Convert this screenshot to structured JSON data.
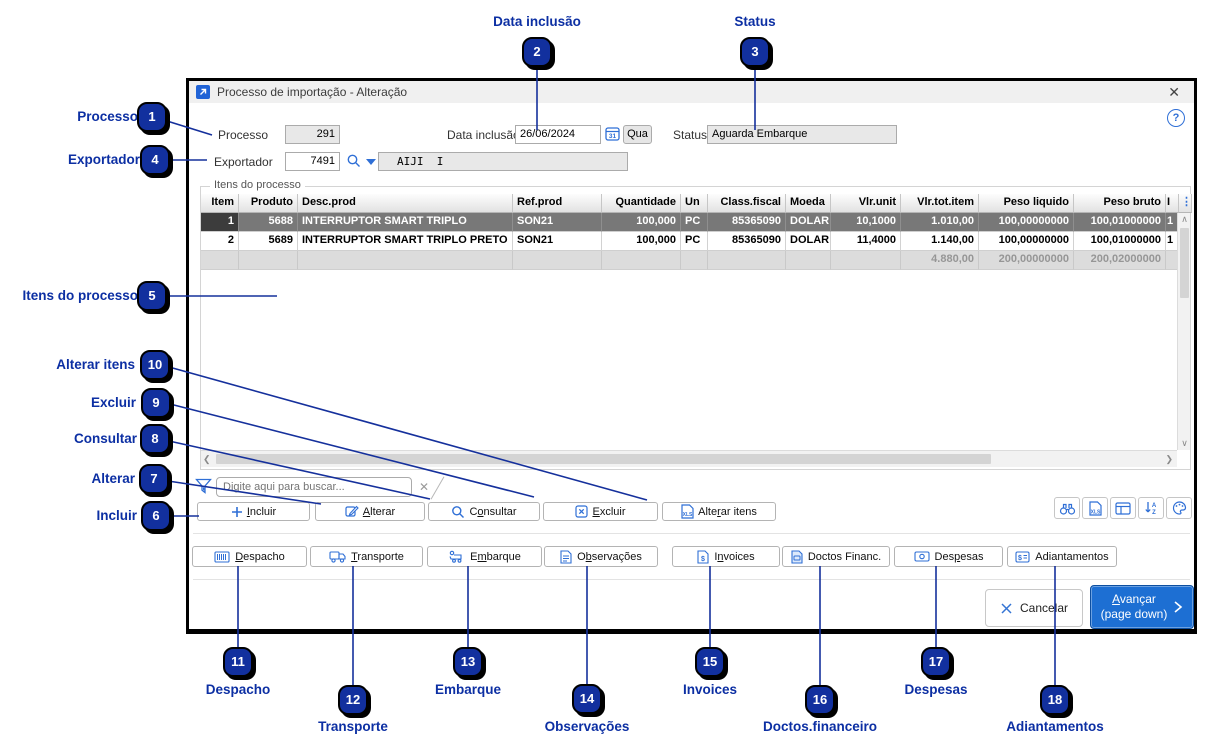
{
  "colors": {
    "accent": "#2f6fd6",
    "annotation": "#12309e",
    "selected_row": "#787878",
    "primary_button": "#1d6fd3"
  },
  "annotations": {
    "items": [
      {
        "num": "1",
        "label": "Processo"
      },
      {
        "num": "2",
        "label": "Data inclusão"
      },
      {
        "num": "3",
        "label": "Status"
      },
      {
        "num": "4",
        "label": "Exportador"
      },
      {
        "num": "5",
        "label": "Itens do processo"
      },
      {
        "num": "6",
        "label": "Incluir"
      },
      {
        "num": "7",
        "label": "Alterar"
      },
      {
        "num": "8",
        "label": "Consultar"
      },
      {
        "num": "9",
        "label": "Excluir"
      },
      {
        "num": "10",
        "label": "Alterar itens"
      },
      {
        "num": "11",
        "label": "Despacho"
      },
      {
        "num": "12",
        "label": "Transporte"
      },
      {
        "num": "13",
        "label": "Embarque"
      },
      {
        "num": "14",
        "label": "Observações"
      },
      {
        "num": "15",
        "label": "Invoices"
      },
      {
        "num": "16",
        "label": "Doctos.financeiro"
      },
      {
        "num": "17",
        "label": "Despesas"
      },
      {
        "num": "18",
        "label": "Adiantamentos"
      }
    ]
  },
  "window": {
    "title": "Processo de importação - Alteração",
    "close_glyph": "✕",
    "help_glyph": "?",
    "title_icon_glyph": "↗"
  },
  "form": {
    "processo": {
      "label": "Processo",
      "value": "291"
    },
    "data_inclusao": {
      "label": "Data inclusão",
      "value": "26/06/2024",
      "weekday": "Qua"
    },
    "status": {
      "label": "Status",
      "value": "Aguarda Embarque"
    },
    "exportador": {
      "label": "Exportador",
      "code": "7491",
      "name": "AIJI  I"
    }
  },
  "grid": {
    "group_label": "Itens do processo",
    "columns": [
      "Item",
      "Produto",
      "Desc.prod",
      "Ref.prod",
      "Quantidade",
      "Un",
      "Class.fiscal",
      "Moeda",
      "Vlr.unit",
      "Vlr.tot.item",
      "Peso liquido",
      "Peso bruto",
      "I"
    ],
    "rows": [
      [
        "1",
        "5688",
        "INTERRUPTOR SMART TRIPLO",
        "SON21",
        "100,000",
        "PC",
        "85365090",
        "DOLAR",
        "10,1000",
        "1.010,00",
        "100,00000000",
        "100,01000000",
        "1"
      ],
      [
        "2",
        "5689",
        "INTERRUPTOR SMART TRIPLO PRETO",
        "SON21",
        "100,000",
        "PC",
        "85365090",
        "DOLAR",
        "11,4000",
        "1.140,00",
        "100,00000000",
        "100,01000000",
        "1"
      ]
    ],
    "total": [
      "",
      "",
      "",
      "",
      "",
      "",
      "",
      "",
      "",
      "4.880,00",
      "200,00000000",
      "200,02000000",
      ""
    ]
  },
  "filter": {
    "placeholder": "Digite aqui para buscar...",
    "clear_glyph": "✕"
  },
  "toolbar": {
    "buttons": [
      {
        "pre": "",
        "key": "I",
        "post": "ncluir"
      },
      {
        "pre": "",
        "key": "A",
        "post": "lterar"
      },
      {
        "pre": "C",
        "key": "o",
        "post": "nsultar"
      },
      {
        "pre": "",
        "key": "E",
        "post": "xcluir"
      },
      {
        "pre": "Alte",
        "key": "r",
        "post": "ar itens"
      }
    ]
  },
  "icon_toolbar": [
    "binoculars",
    "export-xls",
    "grid-layout",
    "sort-az",
    "palette"
  ],
  "tabs": [
    {
      "pre": "",
      "key": "D",
      "post": "espacho"
    },
    {
      "pre": "",
      "key": "T",
      "post": "ransporte"
    },
    {
      "pre": "E",
      "key": "m",
      "post": "barque"
    },
    {
      "pre": "O",
      "key": "b",
      "post": "servações"
    },
    {
      "pre": "I",
      "key": "n",
      "post": "voices"
    },
    {
      "pre": "Doctos Financ.",
      "key": "",
      "post": ""
    },
    {
      "pre": "Des",
      "key": "p",
      "post": "esas"
    },
    {
      "pre": "Adiantamentos",
      "key": "",
      "post": ""
    }
  ],
  "footer": {
    "cancel": {
      "pre": "Cancelar",
      "key": "",
      "post": ""
    },
    "next": {
      "pre": "",
      "key": "A",
      "post": "vançar",
      "line2": "(page down)"
    }
  }
}
